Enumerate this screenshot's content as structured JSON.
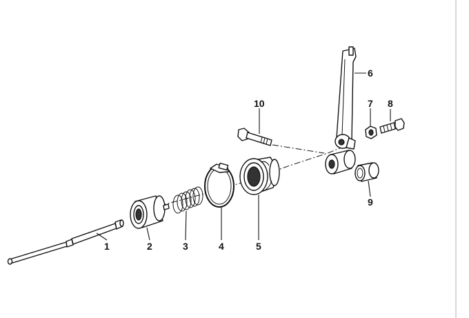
{
  "diagram": {
    "callouts": [
      {
        "id": "1",
        "text": "1"
      },
      {
        "id": "2",
        "text": "2"
      },
      {
        "id": "3",
        "text": "3"
      },
      {
        "id": "4",
        "text": "4"
      },
      {
        "id": "5",
        "text": "5"
      },
      {
        "id": "6",
        "text": "6"
      },
      {
        "id": "7",
        "text": "7"
      },
      {
        "id": "8",
        "text": "8"
      },
      {
        "id": "9",
        "text": "9"
      },
      {
        "id": "10",
        "text": "10"
      }
    ],
    "colors": {
      "line": "#111111",
      "background": "#ffffff"
    }
  }
}
